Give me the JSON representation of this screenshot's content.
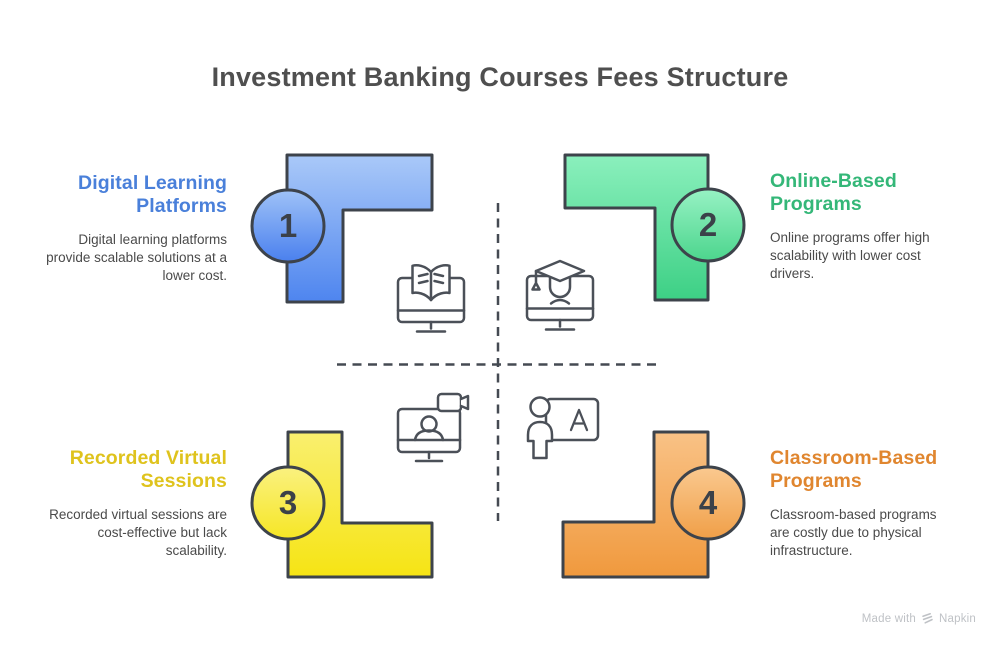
{
  "title": "Investment Banking Courses Fees Structure",
  "quadrants": [
    {
      "number": "1",
      "title": "Digital Learning Platforms",
      "description": "Digital learning platforms provide scalable solutions at a lower cost.",
      "accent": "#4a80da",
      "icon": "monitor-open-book-icon"
    },
    {
      "number": "2",
      "title": "Online-Based Programs",
      "description": "Online programs offer high scalability with lower cost drivers.",
      "accent": "#34b778",
      "icon": "monitor-graduate-icon"
    },
    {
      "number": "3",
      "title": "Recorded Virtual Sessions",
      "description": "Recorded virtual sessions are cost-effective but lack scalability.",
      "accent": "#dfc31d",
      "icon": "monitor-video-call-icon"
    },
    {
      "number": "4",
      "title": "Classroom-Based Programs",
      "description": "Classroom-based programs are costly due to physical infrastructure.",
      "accent": "#e0862f",
      "icon": "teacher-board-icon"
    }
  ],
  "board_letter": "A",
  "watermark": {
    "prefix": "Made with",
    "brand": "Napkin",
    "icon": "napkin-logo-icon"
  },
  "colors": {
    "heading_text": "#4f4f4f",
    "body_text": "#4a4a4a",
    "shape_outline": "#3d434b",
    "icon_stroke": "#4b5058",
    "dashed_line": "#454a52",
    "blue_gradient_top": "#aac9f8",
    "blue_gradient_bottom": "#4e85ef",
    "green_gradient_top": "#8bf0bd",
    "green_gradient_bottom": "#3dd085",
    "yellow_gradient_top": "#f9ef6f",
    "yellow_gradient_bottom": "#f6e414",
    "orange_gradient_top": "#f9c286",
    "orange_gradient_bottom": "#f0993d",
    "watermark_text": "#bfc2c6"
  }
}
